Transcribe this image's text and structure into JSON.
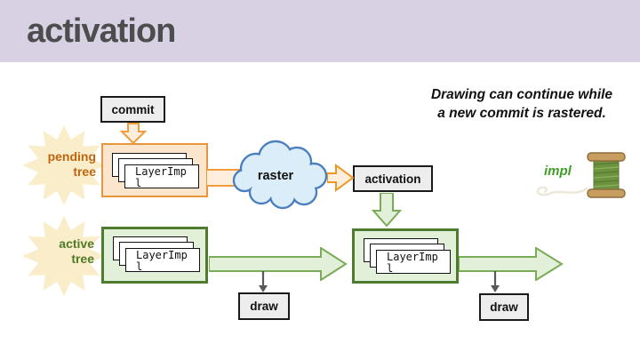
{
  "slide": {
    "title": "activation",
    "note_line1": "Drawing can continue while",
    "note_line2": "a new commit is rastered."
  },
  "boxes": {
    "commit": "commit",
    "activation": "activation",
    "draw_left": "draw",
    "draw_right": "draw"
  },
  "cloud": {
    "label": "raster"
  },
  "pending_star": {
    "line1": "pending",
    "line2": "tree"
  },
  "active_star": {
    "line1": "active",
    "line2": "tree"
  },
  "layer_card": {
    "label": "LayerImpl"
  },
  "impl": {
    "label": "impl"
  },
  "colors": {
    "header_bg": "#d8d1e3",
    "title_text": "#4d4d4d",
    "orange_border": "#e8963e",
    "orange_fill": "#fce5cd",
    "arrow_orange_fill": "#fdeedd",
    "green_border": "#4e7b2d",
    "green_fill": "#e2efd9",
    "green_arrow_border": "#7aac58",
    "cloud_fill": "#daedf8",
    "cloud_border": "#4a7ebf",
    "star_fill": "#faeeca",
    "pending_text": "#bf650f",
    "active_text": "#4f7b28",
    "impl_green": "#3f9e28",
    "label_box_fill": "#ededed",
    "draw_arrow_gray": "#595959"
  }
}
